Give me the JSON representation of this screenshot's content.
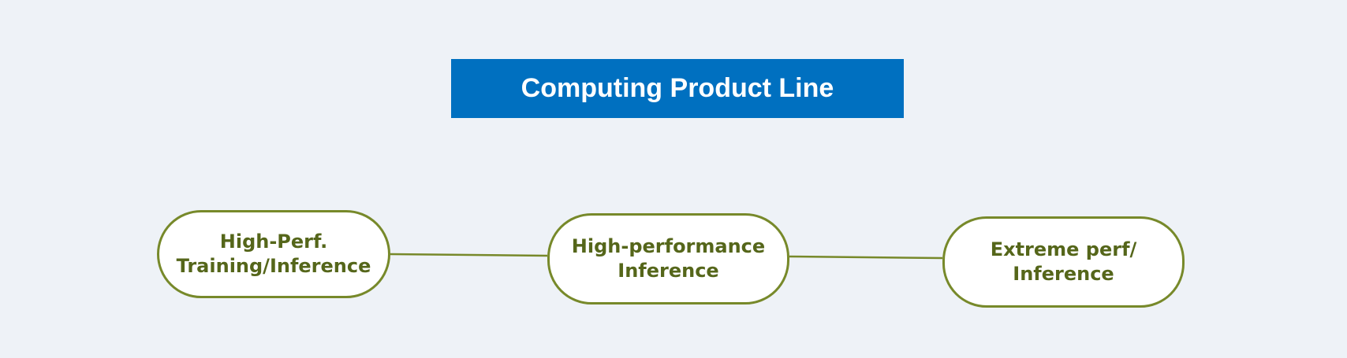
{
  "title": "Computing Product Line",
  "colors": {
    "background": "#eef2f7",
    "title_fill": "#0070c0",
    "title_text": "#ffffff",
    "node_border": "#77892a",
    "node_text": "#55661a",
    "connector": "#77892a"
  },
  "nodes": [
    {
      "lines": [
        "High-Perf.",
        "Training/Inference"
      ]
    },
    {
      "lines": [
        "High-performance",
        "Inference"
      ]
    },
    {
      "lines": [
        "Extreme perf/",
        "Inference"
      ]
    }
  ]
}
